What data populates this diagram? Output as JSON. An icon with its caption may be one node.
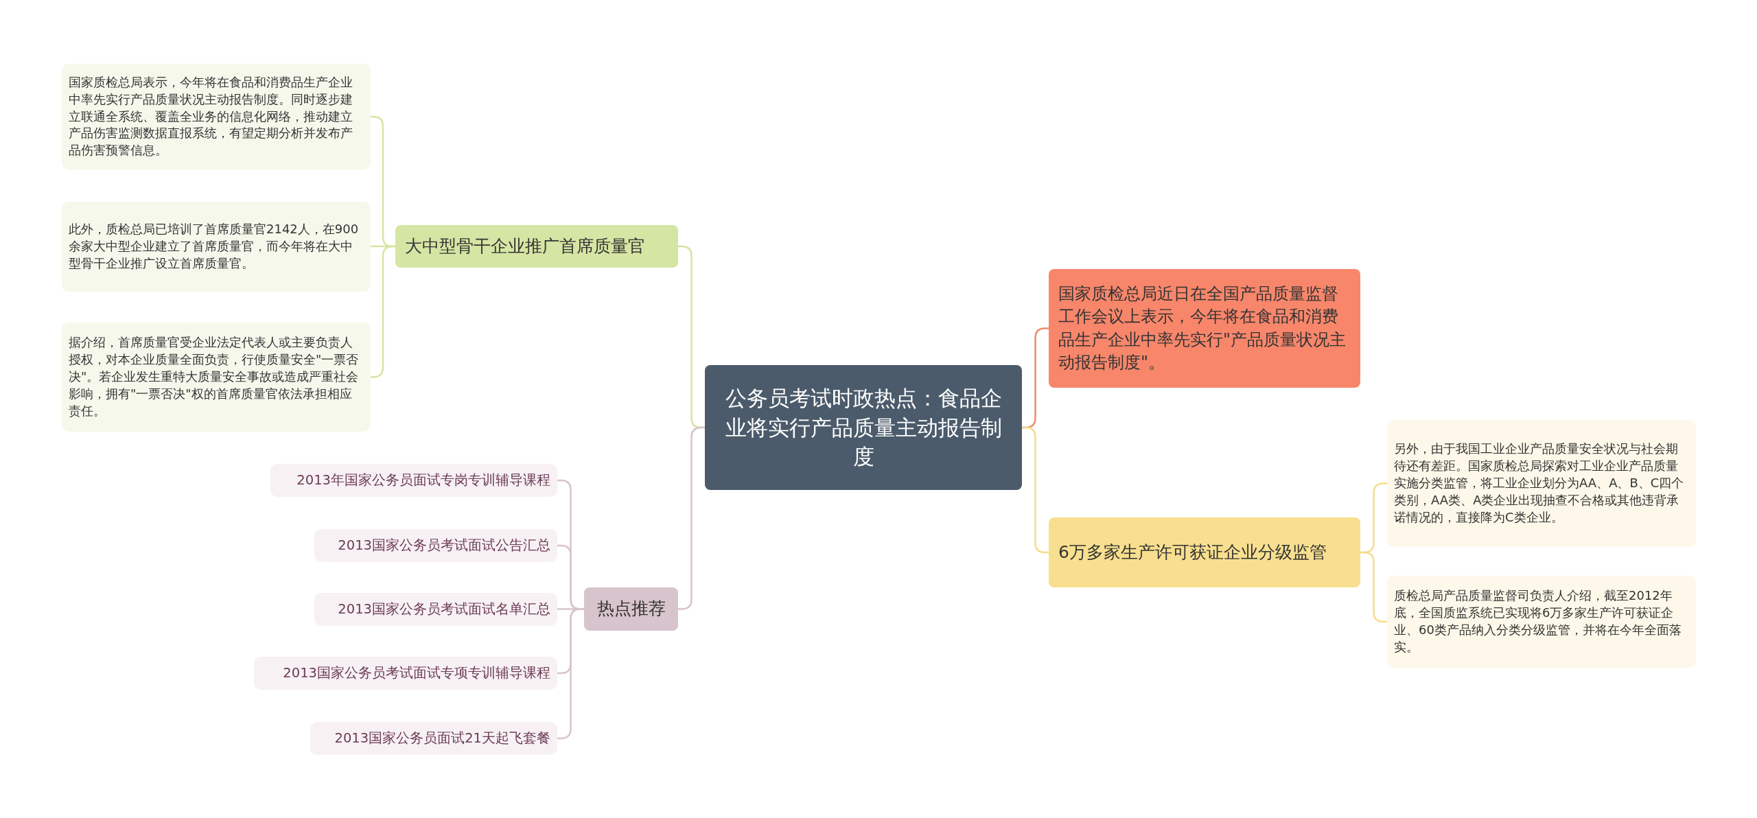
{
  "diagram": {
    "nodes": [
      {
        "text": [
          "公务员考试时政热点：食品企业将实行产品质量主动报告制度"
        ]
      },
      {
        "text": [
          "大中型骨干企业推广首席质量官"
        ]
      },
      {
        "text": [
          "国家质检总局表示，今年将在食品和消费品生产企业中率先实行产品质量状况主动报告制度。同时逐步建立联通全系统、覆盖全业务的信息化网络，推动建立产品伤害监测数据直报系统，有望定期分析并发布产品伤害预警信息。"
        ]
      },
      {
        "text": [
          "此外，质检总局已培训了首席质量官2142人，在900余家大中型企业建立了首席质量官，而今年将在大中型骨干企业推广设立首席质量官。"
        ]
      },
      {
        "text": [
          "据介绍，首席质量官受企业法定代表人或主要负责人授权，对本企业质量全面负责，行使质量安全\"一票否决\"。若企业发生重特大质量安全事故或造成严重社会影响，拥有\"一票否决\"权的首席质量官依法承担相应责任。"
        ]
      },
      {
        "text": [
          "热点推荐"
        ]
      },
      {
        "text": [
          "2013年国家公务员面试专岗专训辅导课程"
        ]
      },
      {
        "text": [
          "2013国家公务员考试面试公告汇总"
        ]
      },
      {
        "text": [
          "2013国家公务员考试面试名单汇总"
        ]
      },
      {
        "text": [
          "2013国家公务员考试面试专项专训辅导课程"
        ]
      },
      {
        "text": [
          "2013国家公务员面试21天起飞套餐"
        ]
      },
      {
        "text": [
          "国家质检总局近日在全国产品质量监督工作会议上表示，今年将在食品和消费品生产企业中率先实行\"产品质量状况主动报告制度\"。"
        ]
      },
      {
        "text": [
          "6万多家生产许可获证企业分级监管"
        ]
      },
      {
        "text": [
          "另外，由于我国工业企业产品质量安全状况与社会期待还有差距。国家质检总局探索对工业企业产品质量实施分类监管，将工业企业划分为AA、A、B、C四个类别，AA类、A类企业出现抽查不合格或其他违背承诺情况的，直接降为C类企业。"
        ]
      },
      {
        "text": [
          "质检总局产品质量监督司负责人介绍，截至2012年底，全国质监系统已实现将6万多家生产许可获证企业、60类产品纳入分类分级监管，并将在今年全面落实。"
        ]
      }
    ],
    "edges": [
      {
        "from": 0,
        "to": 1,
        "arrow": "none",
        "color": "#d5e5a3"
      },
      {
        "from": 1,
        "to": 2,
        "arrow": "none",
        "color": "#d5e5a3"
      },
      {
        "from": 1,
        "to": 3,
        "arrow": "none",
        "color": "#d5e5a3"
      },
      {
        "from": 1,
        "to": 4,
        "arrow": "none",
        "color": "#d5e5a3"
      },
      {
        "from": 0,
        "to": 5,
        "arrow": "none",
        "color": "#d8c4cc"
      },
      {
        "from": 5,
        "to": 6,
        "arrow": "none",
        "color": "#d8c4cc"
      },
      {
        "from": 5,
        "to": 7,
        "arrow": "none",
        "color": "#d8c4cc"
      },
      {
        "from": 5,
        "to": 8,
        "arrow": "none",
        "color": "#d8c4cc"
      },
      {
        "from": 5,
        "to": 9,
        "arrow": "none",
        "color": "#d8c4cc"
      },
      {
        "from": 5,
        "to": 10,
        "arrow": "none",
        "color": "#d8c4cc"
      },
      {
        "from": 0,
        "to": 11,
        "arrow": "none",
        "color": "#ec8a6e"
      },
      {
        "from": 0,
        "to": 12,
        "arrow": "none",
        "color": "#f5dc8c"
      },
      {
        "from": 12,
        "to": 13,
        "arrow": "none",
        "color": "#f5dc8c"
      },
      {
        "from": 12,
        "to": 14,
        "arrow": "none",
        "color": "#f5dc8c"
      }
    ]
  }
}
